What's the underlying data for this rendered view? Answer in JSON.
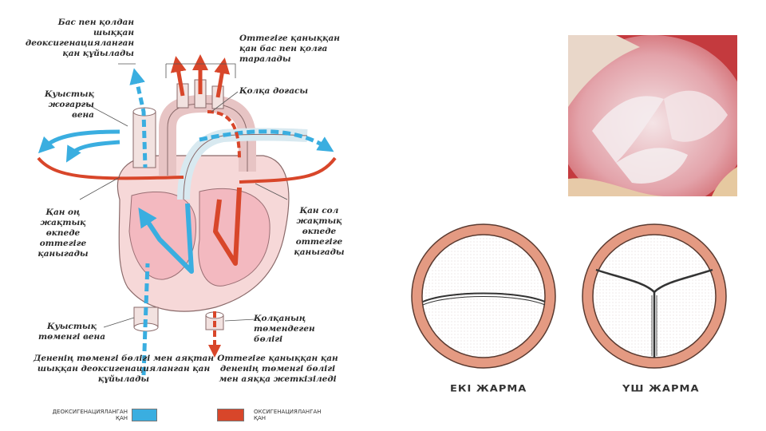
{
  "colors": {
    "deoxygenated": "#3aaee0",
    "oxygenated": "#d8462a",
    "heart_wall": "#f6d8d8",
    "heart_inner": "#f3b9c0",
    "valve_ring": "#e49a82",
    "photo_base": "#cf4b4f"
  },
  "heart_diagram": {
    "labels": {
      "sup_vena_in": "Бас пен қолдан\nшыққан\nдеоксигенацияланган\nқан құйылады",
      "to_head": "Оттегіге қаныққан\nқан бас пен қолға\nтаралады",
      "aortic_arch": "Қолқа доғасы",
      "sup_vena_cava": "Қуыстық жоғаргы\nвена",
      "right_atrium": "Қан оң\nжақтық\nөкпеде\nоттегіге\nқаныгады",
      "left_atrium": "Қан сол\nжақтық\nөкпеде\nоттегіге\nқаныгады",
      "inf_vena_cava": "Қуыстық\nтөменгі вена",
      "desc_aorta": "Қолқаның\nтөмендеген\nбөлігі",
      "lower_body_in": "Дененің төменгі бөлігі мен аяқтан\nшыққан деоксигенацияланган қан\nқұйылады",
      "lower_body_out": "Оттегіге қаныққан қан\nдененің төменгі бөлігі\nмен аяққа жеткізіледі"
    },
    "legend": {
      "deoxy_label": "ДЕОКСИГЕНАЦИЯЛАНГАН\nҚАН",
      "oxy_label": "ОКСИГЕНАЦИЯЛАНГАН\nҚАН"
    }
  },
  "valves": {
    "bicuspid_caption": "ЕКІ ЖАРМА",
    "tricuspid_caption": "ҮШ ЖАРМА"
  }
}
